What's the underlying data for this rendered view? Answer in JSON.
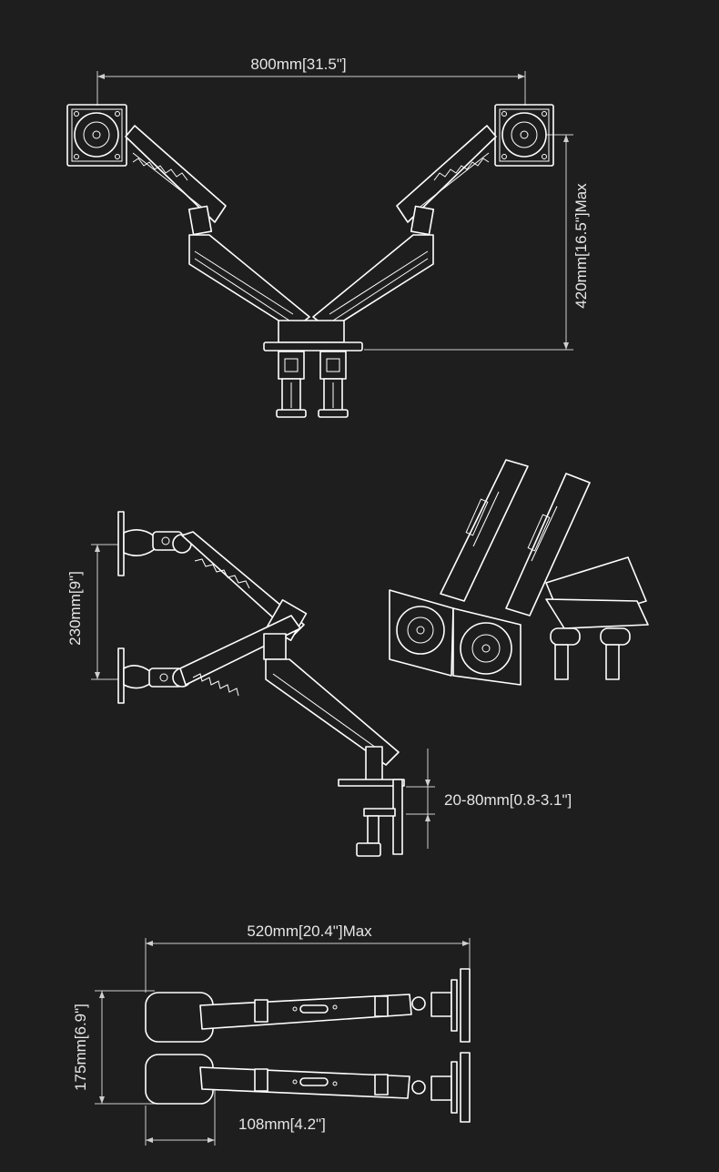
{
  "dimensions": {
    "width_total": "800mm[31.5\"]",
    "height_max": "420mm[16.5\"]Max",
    "height_tilt": "230mm[9\"]",
    "clamp_range": "20-80mm[0.8-3.1\"]",
    "reach_max": "520mm[20.4\"]Max",
    "depth": "175mm[6.9\"]",
    "base": "108mm[4.2\"]"
  },
  "colors": {
    "background": "#1e1e1e",
    "line": "#ffffff",
    "dimension": "#cfcfcf"
  }
}
